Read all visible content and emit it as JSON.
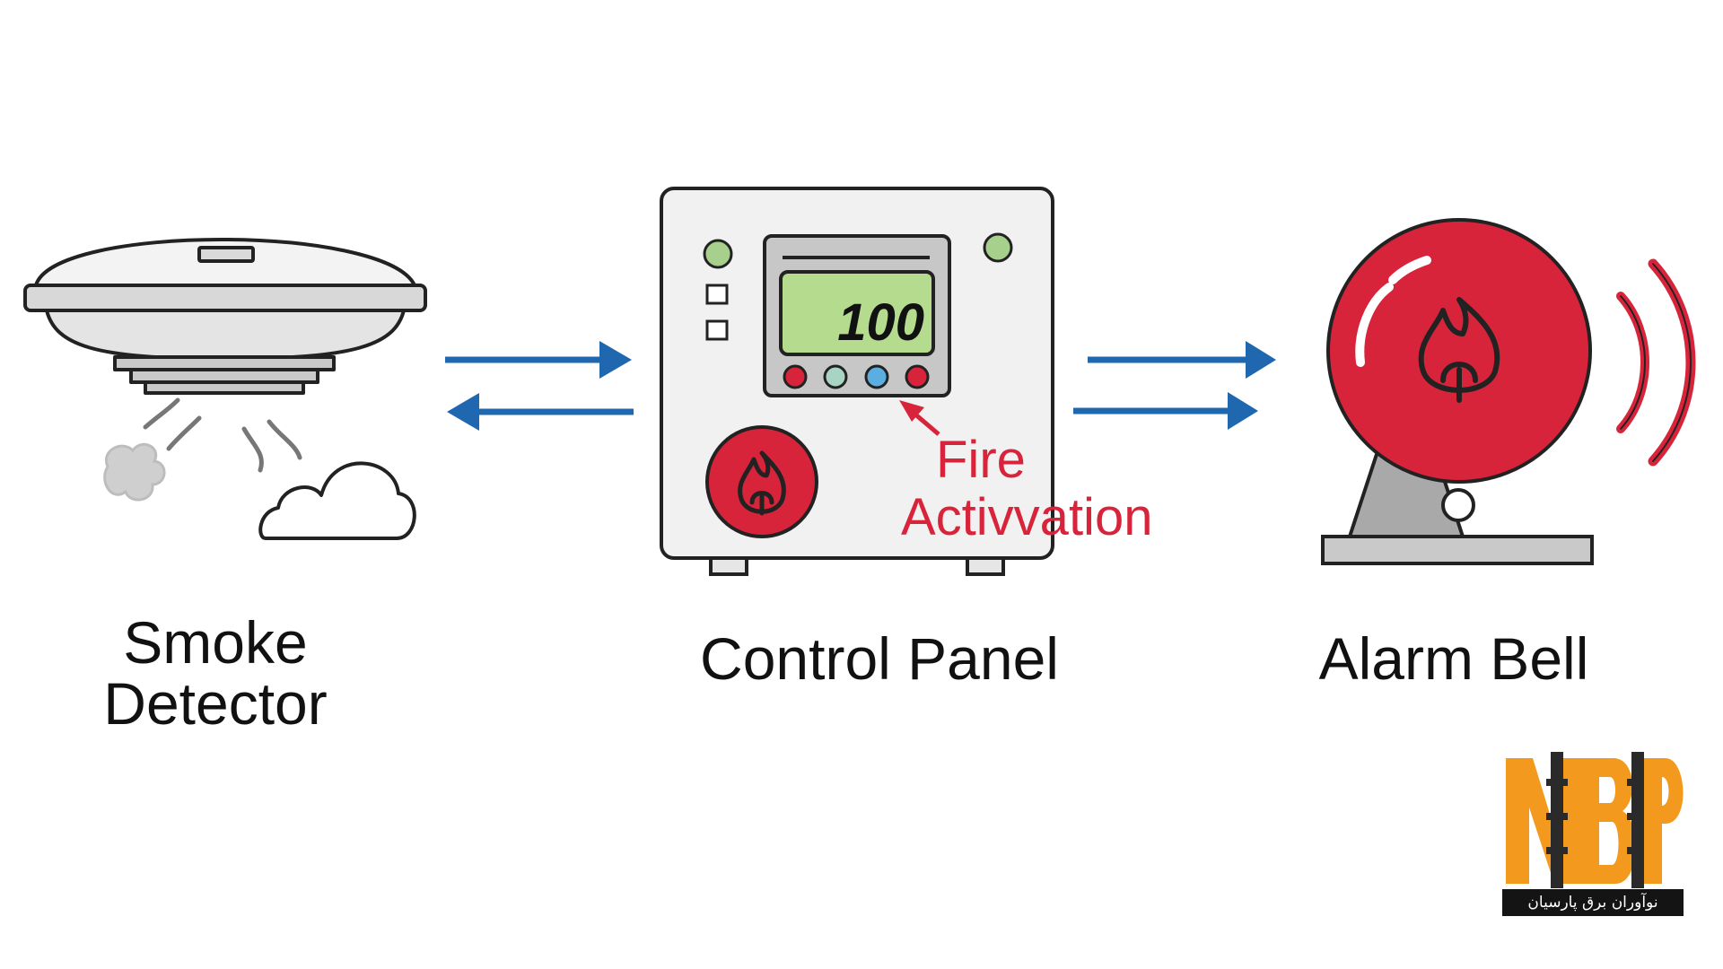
{
  "labels": {
    "smoke_detector_line1": "Smoke",
    "smoke_detector_line2": "Detector",
    "control_panel": "Control Panel",
    "alarm_bell": "Alarm Bell"
  },
  "annotation": {
    "line1": "Fire",
    "line2": "Activvation"
  },
  "panel_display": {
    "value": "100"
  },
  "logo": {
    "letters": "NBP",
    "caption": "نوآوران برق پارسیان"
  },
  "colors": {
    "arrow": "#1f68b0",
    "alarm_red": "#d8243a",
    "logo_orange": "#f39a1e",
    "display_green": "#b5dc8e"
  },
  "icons": [
    "smoke-detector-icon",
    "smoke-cloud-icon",
    "control-panel-icon",
    "flame-icon",
    "alarm-bell-icon",
    "sound-wave-icon"
  ]
}
